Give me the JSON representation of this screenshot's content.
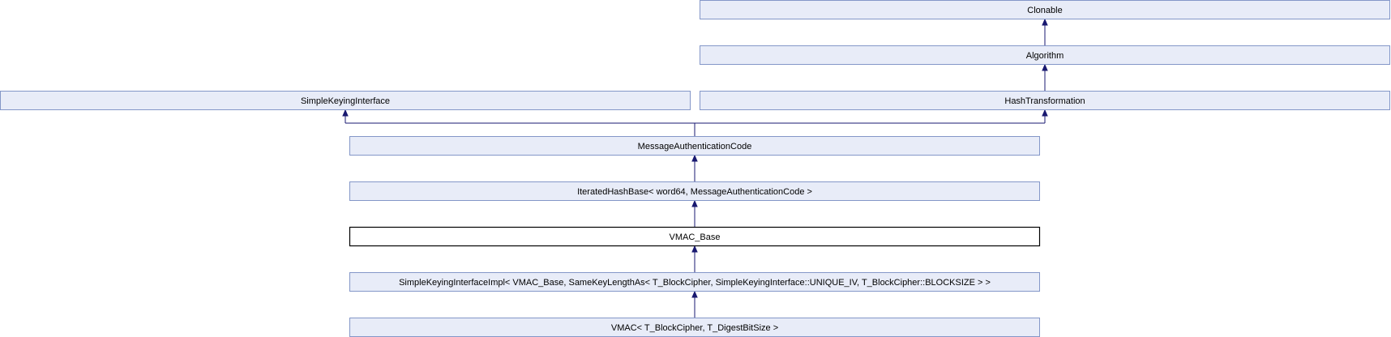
{
  "diagram": {
    "nodes": {
      "clonable": "Clonable",
      "algorithm": "Algorithm",
      "simple_keying_interface": "SimpleKeyingInterface",
      "hash_transformation": "HashTransformation",
      "message_authentication_code": "MessageAuthenticationCode",
      "iterated_hash_base": "IteratedHashBase< word64, MessageAuthenticationCode >",
      "vmac_base": "VMAC_Base",
      "simple_keying_interface_impl": "SimpleKeyingInterfaceImpl< VMAC_Base, SameKeyLengthAs< T_BlockCipher, SimpleKeyingInterface::UNIQUE_IV, T_BlockCipher::BLOCKSIZE > >",
      "vmac": "VMAC< T_BlockCipher, T_DigestBitSize >"
    },
    "colors": {
      "node_fill": "#e8ecf8",
      "node_border": "#8497c8",
      "current_node_border": "#000000",
      "edge": "#191970"
    }
  }
}
